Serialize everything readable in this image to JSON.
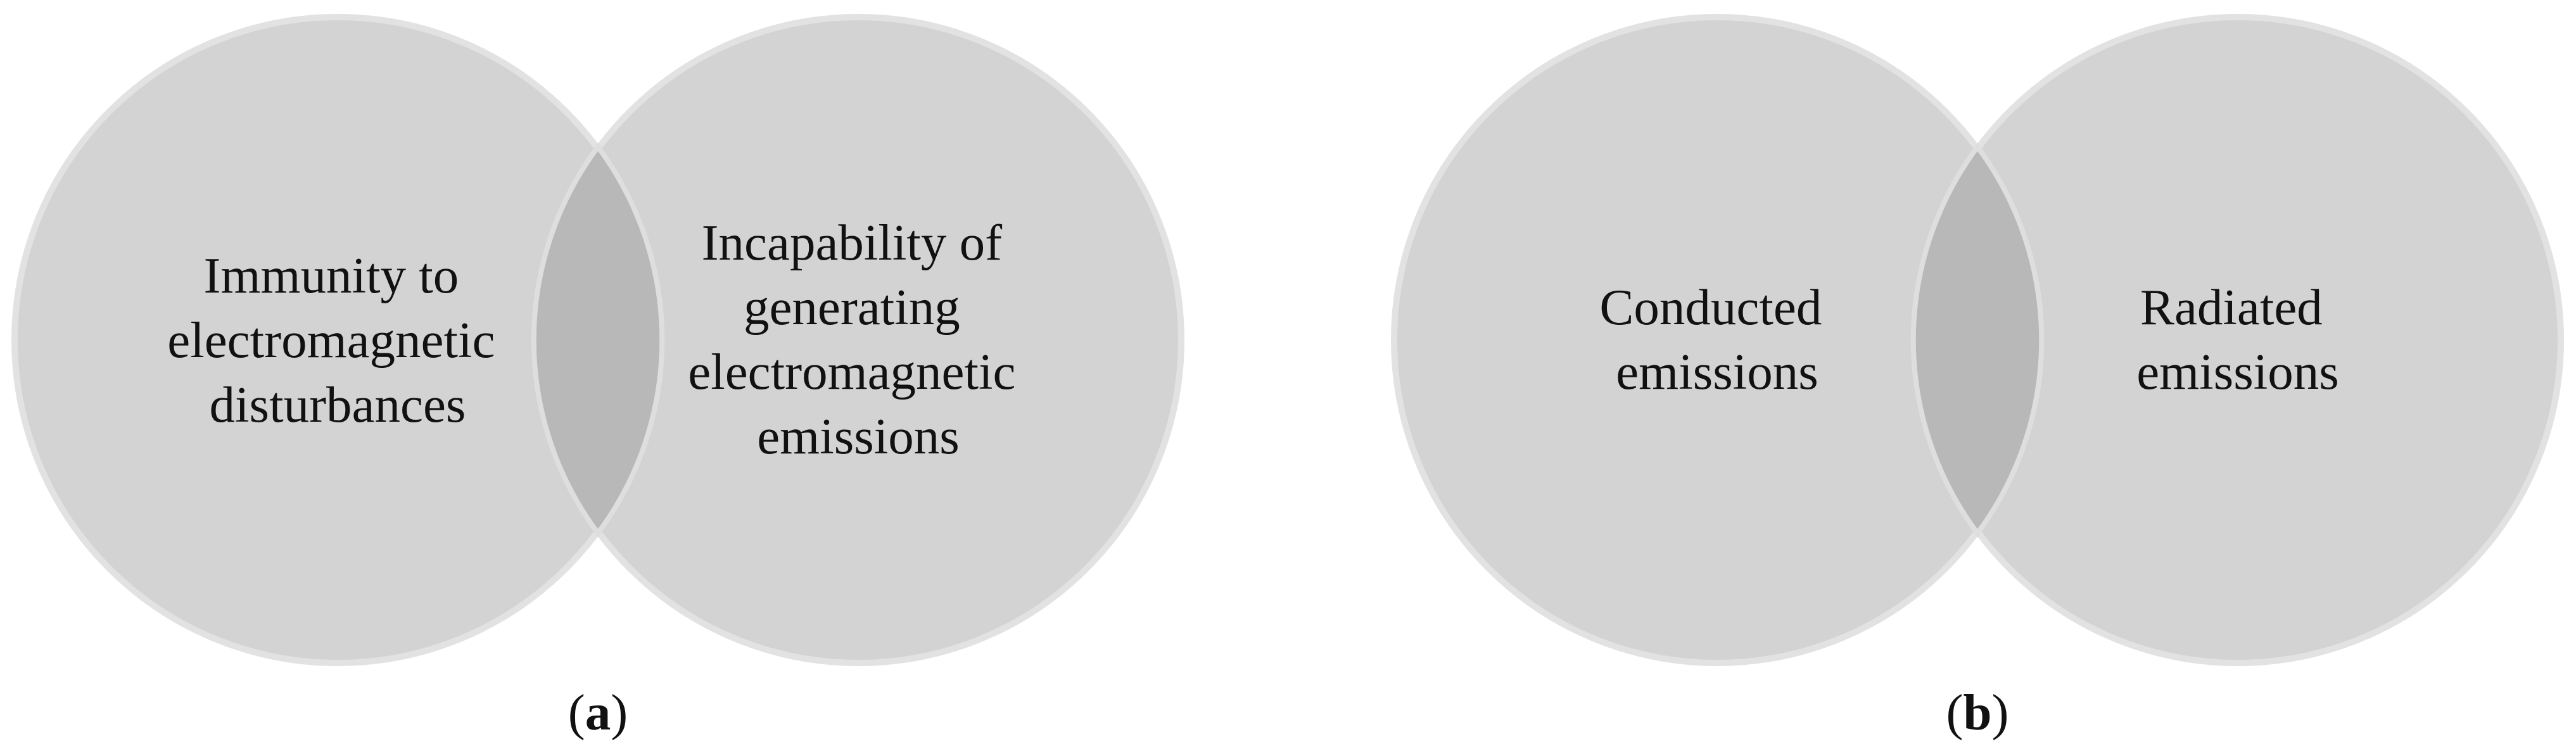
{
  "panels": [
    {
      "caption_open": "(",
      "caption_letter": "a",
      "caption_close": ")",
      "left_circle": {
        "lines": [
          "Immunity to",
          "electromagnetic",
          "disturbances"
        ]
      },
      "right_circle": {
        "lines": [
          "Incapability of",
          "generating",
          "electromagnetic",
          "emissions"
        ]
      }
    },
    {
      "caption_open": "(",
      "caption_letter": "b",
      "caption_close": ")",
      "left_circle": {
        "lines": [
          "Conducted",
          "emissions"
        ]
      },
      "right_circle": {
        "lines": [
          "Radiated",
          "emissions"
        ]
      }
    }
  ],
  "colors": {
    "circle_fill": "#d3d3d3",
    "circle_border": "#e2e2e2",
    "overlap_fill": "#b8b8b8",
    "text": "#111111"
  }
}
